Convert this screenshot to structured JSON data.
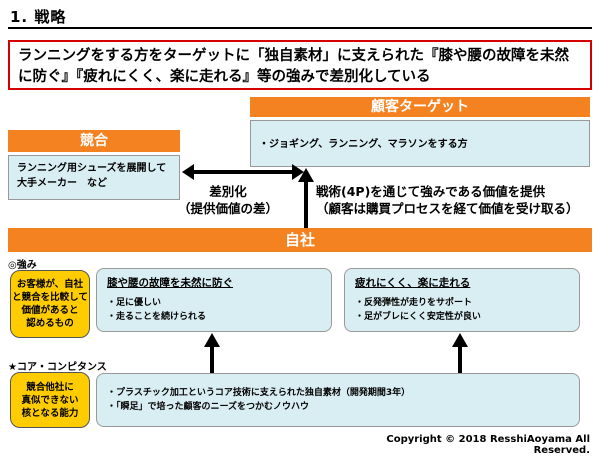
{
  "header": {
    "title": "1. 戦略"
  },
  "summary": {
    "line1": "ランニングをする方をターゲットに「独自素材」に支えられた『膝や腰の故障を未然",
    "line2": "に防ぐ』『疲れにくく、楽に走れる』等の強みで差別化している"
  },
  "target": {
    "label": "顧客ターゲット",
    "text": "・ジョギング、ランニング、マラソンをする方"
  },
  "competitor": {
    "label": "競合",
    "line1": "ランニング用シューズを展開して",
    "line2": "大手メーカー　など"
  },
  "differentiation": {
    "line1": "差別化",
    "line2": "（提供価値の差）"
  },
  "strategy": {
    "line1": "戦術(4P)を通じて強みである価値を提供",
    "line2": "（顧客は購買プロセスを経て価値を受け取る）"
  },
  "self": {
    "label": "自社"
  },
  "strengths": {
    "label": "◎強み",
    "badge": [
      "お客様が、自社",
      "と競合を比較して",
      "価値があると",
      "認めるもの"
    ],
    "box1": {
      "title": "膝や腰の故障を未然に防ぐ",
      "bullets": [
        "・足に優しい",
        "・走ることを続けられる"
      ]
    },
    "box2": {
      "title": "疲れにくく、楽に走れる",
      "bullets": [
        "・反発弾性が走りをサポート",
        "・足がブレにくく安定性が良い"
      ]
    }
  },
  "core": {
    "label": "★コア・コンピタンス",
    "badge": [
      "競合他社に",
      "真似できない",
      "核となる能力"
    ],
    "bullets": [
      "・プラスチック加工というコア技術に支えられた独自素材（開発期間3年）",
      "・「瞬足」で培った顧客のニーズをつかむノウハウ"
    ]
  },
  "footer": {
    "copyright": "Copyright ©  2018  ResshiAoyama  All   Reserved."
  },
  "colors": {
    "accent": "#f58220",
    "frame": "#d40000",
    "box": "#d9eef3",
    "badge": "#ffcc00"
  }
}
